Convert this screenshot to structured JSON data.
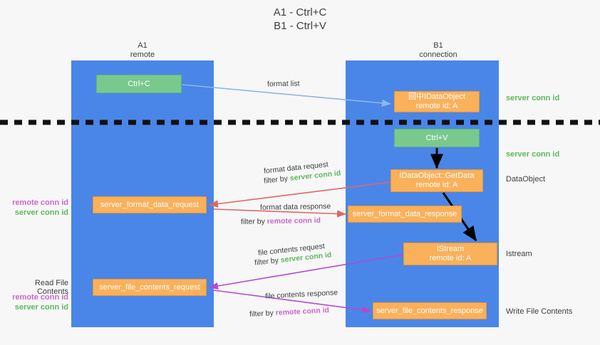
{
  "title": {
    "line1": "A1 - Ctrl+C",
    "line2": "B1 - Ctrl+V"
  },
  "columns": [
    {
      "id": "a1",
      "title": "A1",
      "subtitle": "remote",
      "color": "#4a86e8"
    },
    {
      "id": "b1",
      "title": "B1",
      "subtitle": "connection",
      "color": "#4a86e8"
    }
  ],
  "boxes": {
    "ctrl_c": {
      "line1": "Ctrl+C",
      "line2": "",
      "color": "#79c98d"
    },
    "idataobject": {
      "line1": "回中IDataObject",
      "line2": "remote id: A",
      "color": "#fbb05a"
    },
    "ctrl_v": {
      "line1": "Ctrl+V",
      "line2": "",
      "color": "#79c98d"
    },
    "getdata": {
      "line1": "IDataObject::GetData",
      "line2": "remote id: A",
      "color": "#fbb05a"
    },
    "server_format_data_request": {
      "line1": "server_format_data_request",
      "line2": "",
      "color": "#fbb05a"
    },
    "server_format_data_response": {
      "line1": "server_format_data_response",
      "line2": "",
      "color": "#fbb05a"
    },
    "istream": {
      "line1": "IStream",
      "line2": "remote id: A",
      "color": "#fbb05a"
    },
    "server_file_contents_request": {
      "line1": "server_file_contents_request",
      "line2": "",
      "color": "#fbb05a"
    },
    "server_file_contents_response": {
      "line1": "server_file_contents_response",
      "line2": "",
      "color": "#fbb05a"
    }
  },
  "right_labels": {
    "server_conn_id_top": "server conn id",
    "server_conn_id_mid": "server conn id",
    "dataobject": "DataObject",
    "istream": "Istream",
    "write_file_contents": "Write File Contents"
  },
  "left_labels": {
    "remote_conn_id_1": "remote conn id",
    "server_conn_id_1": "server conn id",
    "read_file_contents": "Read File Contents",
    "remote_conn_id_2": "remote conn id",
    "server_conn_id_2": "server conn id"
  },
  "captions": {
    "format_list": "format list",
    "format_data_request": "format data request",
    "filter_by": "filter by ",
    "server_conn_id": "server conn id",
    "remote_conn_id": "remote conn id",
    "format_data_response": "format data response",
    "file_contents_request": "file contents request",
    "file_contents_response": "file contents response"
  },
  "colors": {
    "lane_blue": "#4a86e8",
    "green_box": "#79c98d",
    "orange_box": "#fbb05a",
    "arrow_light_blue": "#8ab8e8",
    "arrow_red": "#e06666",
    "arrow_magenta": "#b44ad0",
    "arrow_black": "#000000",
    "text_green": "#5cb85c",
    "text_magenta": "#cc66cc",
    "background": "#f7f7f7"
  }
}
